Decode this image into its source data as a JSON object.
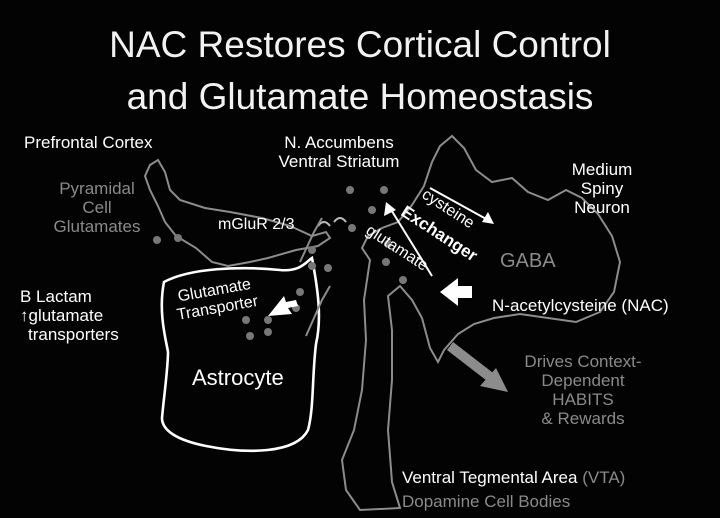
{
  "title": {
    "line1": "NAC Restores Cortical Control",
    "line2": "and Glutamate Homeostasis"
  },
  "labels": {
    "prefrontal": "Prefrontal Cortex",
    "pyramidal": [
      "Pyramidal",
      "Cell",
      "Glutamates"
    ],
    "accumbens": [
      "N. Accumbens",
      "Ventral Striatum"
    ],
    "mglur": "mGluR  2/3",
    "cysteine": "cysteine",
    "exchanger": "Exchanger",
    "glutamate": "glutamate",
    "medium_spiny": [
      "Medium",
      "Spiny",
      "Neuron"
    ],
    "gaba": "GABA",
    "b_lactam": [
      "B Lactam",
      "↑glutamate",
      "transporters"
    ],
    "glutamate_transporter": [
      "Glutamate",
      "Transporter"
    ],
    "astrocyte": "Astrocyte",
    "nac": "N-acetylcysteine (NAC)",
    "drives": [
      "Drives Context-",
      "Dependent",
      "HABITS",
      "& Rewards"
    ],
    "vta": "Ventral Tegmental Area",
    "vta_abbr": "(VTA)",
    "dopamine": "Dopamine Cell Bodies"
  },
  "colors": {
    "background": "#030303",
    "title": "#f2f2f2",
    "white_text": "#ffffff",
    "grey_text": "#8a8a8a",
    "neuron_outline": "#8c8c8c",
    "dots": "#777777",
    "astrocyte_outline": "#ffffff",
    "arrow_fill": "#ffffff",
    "drives_arrow": "#8c8c8c"
  }
}
